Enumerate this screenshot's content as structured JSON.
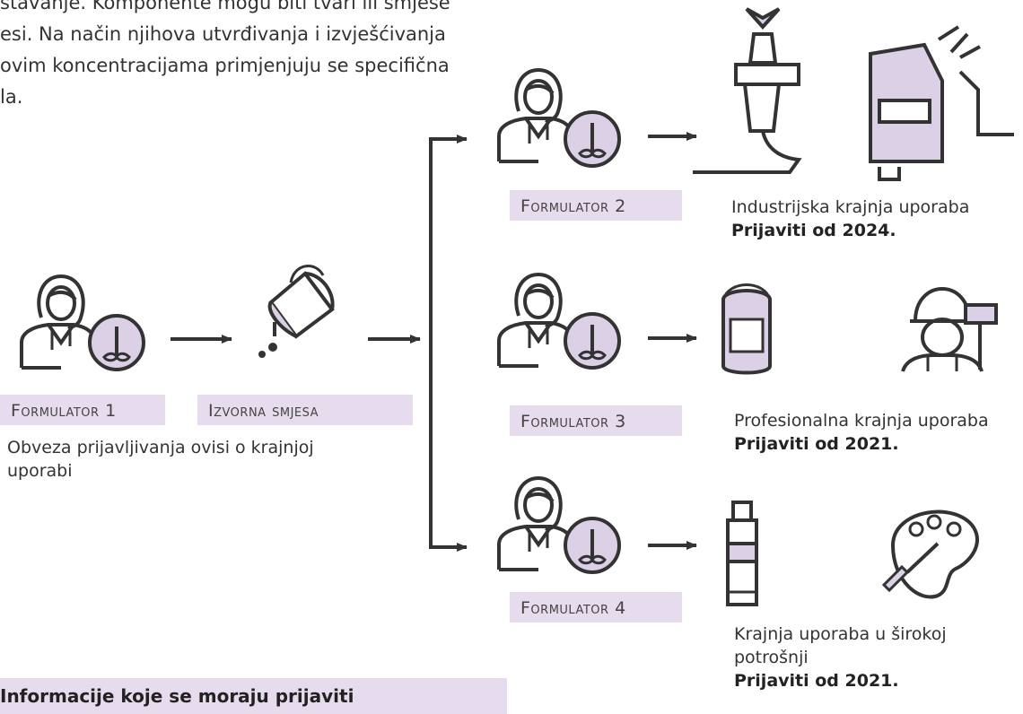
{
  "intro": {
    "line1": "stavanje. Komponente mogu biti tvari ili smjese",
    "line2": "esi. Na način njihova utvrđivanja i izvješćivanja",
    "line3": "ovim koncentracijama primjenjuju se specifična",
    "line4": "la."
  },
  "labels": {
    "formulator1": "Formulator 1",
    "source_mixture": "Izvorna smjesa",
    "formulator2": "Formulator 2",
    "formulator3": "Formulator 3",
    "formulator4": "Formulator 4"
  },
  "captions": {
    "formulator1_note": "Obveza prijavljivanja ovisi o krajnjoj uporabi",
    "industrial_use": "Industrijska krajnja uporaba",
    "industrial_deadline": "Prijaviti od 2024.",
    "professional_use": "Profesionalna krajnja uporaba",
    "professional_deadline": "Prijaviti od 2021.",
    "consumer_use_line1": "Krajnja uporaba u širokoj",
    "consumer_use_line2": "potrošnji",
    "consumer_deadline": "Prijaviti od 2021."
  },
  "bottom_banner": "Informacije koje se moraju prijaviti",
  "colors": {
    "accent_fill": "#dcd0e6",
    "label_bg": "#e6dced",
    "stroke": "#333333"
  }
}
